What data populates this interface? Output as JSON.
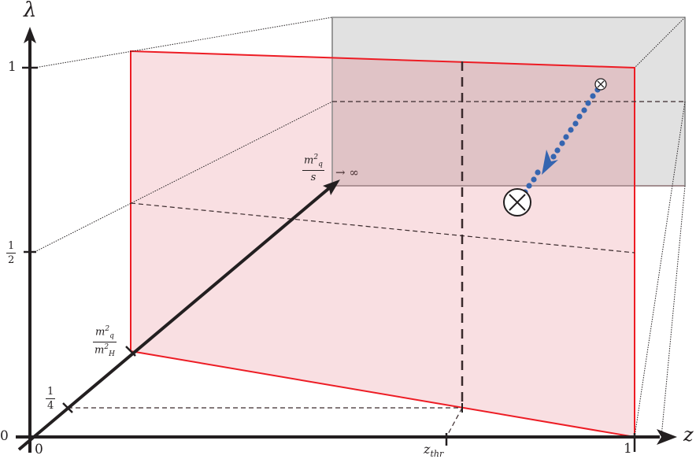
{
  "diagram": {
    "type": "3d-parameter-space",
    "colors": {
      "axis": "#231f20",
      "plane_fill": "#f9dde0",
      "plane_edge": "#ed1c24",
      "box_fill": "#e1e1e1",
      "box_edge": "#8c8c8c",
      "overlap_fill": "#e0c3c6",
      "flow": "#3565b0",
      "dashed": "#3a2a2c"
    },
    "axes": {
      "vertical": {
        "label": "λ",
        "ticks": [
          {
            "label": "1"
          },
          {
            "num": "1",
            "den": "2"
          }
        ],
        "origin_label": "0"
      },
      "horizontal": {
        "label": "z",
        "ticks": [
          {
            "label": "z_thr",
            "main": "z",
            "sub": "thr"
          },
          {
            "label": "1"
          }
        ],
        "origin_label": "0"
      },
      "diagonal": {
        "label_num": "m",
        "label_num_sup": "2",
        "label_num_sub": "q",
        "label_den": "s",
        "label_suffix": "→ ∞",
        "ticks": [
          {
            "num": "1",
            "den": "4"
          },
          {
            "num_main": "m",
            "num_sup": "2",
            "num_sub": "q",
            "den_main": "m",
            "den_sup": "2",
            "den_sub": "H"
          }
        ]
      }
    },
    "markers": [
      {
        "name": "start-point",
        "glyph": "⊗",
        "size": "small"
      },
      {
        "name": "end-point",
        "glyph": "⊗",
        "size": "large"
      }
    ]
  }
}
